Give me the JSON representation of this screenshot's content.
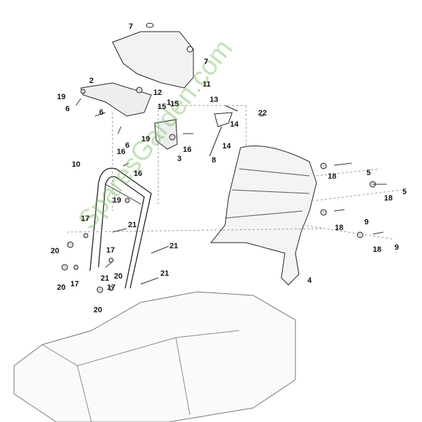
{
  "diagram": {
    "watermark": "SparesGarden.com",
    "callouts": [
      "7",
      "7",
      "11",
      "2",
      "12",
      "19",
      "1",
      "15",
      "15",
      "6",
      "13",
      "22",
      "6",
      "14",
      "19",
      "6",
      "16",
      "14",
      "3",
      "8",
      "16",
      "10",
      "16",
      "18",
      "5",
      "18",
      "5",
      "19",
      "9",
      "17",
      "21",
      "18",
      "20",
      "17",
      "9",
      "18",
      "21",
      "20",
      "21",
      "21",
      "20",
      "17",
      "17",
      "20",
      "4"
    ]
  }
}
